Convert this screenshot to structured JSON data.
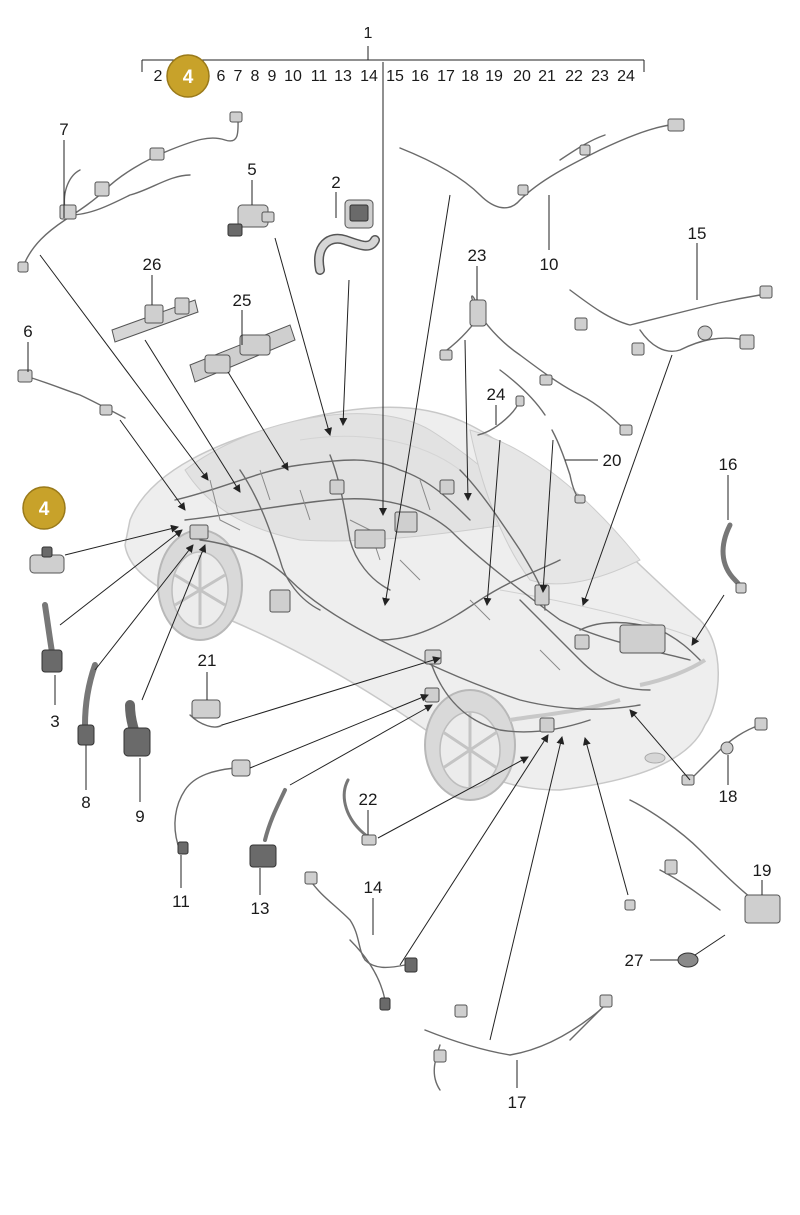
{
  "diagram": {
    "accent_color": "#c8a22a",
    "index_bar": {
      "header": "1",
      "items": [
        "2",
        "4",
        "6",
        "7",
        "8",
        "9",
        "10",
        "11",
        "13",
        "14",
        "15",
        "16",
        "17",
        "18",
        "19",
        "20",
        "21",
        "22",
        "23",
        "24"
      ],
      "highlighted": "4"
    },
    "callouts": {
      "c2": "2",
      "c3": "3",
      "c4": "4",
      "c5": "5",
      "c6": "6",
      "c7": "7",
      "c8": "8",
      "c9": "9",
      "c10": "10",
      "c11": "11",
      "c13": "13",
      "c14": "14",
      "c15": "15",
      "c16": "16",
      "c17": "17",
      "c18": "18",
      "c19": "19",
      "c20": "20",
      "c21": "21",
      "c22": "22",
      "c23": "23",
      "c24": "24",
      "c25": "25",
      "c26": "26",
      "c27": "27"
    }
  }
}
